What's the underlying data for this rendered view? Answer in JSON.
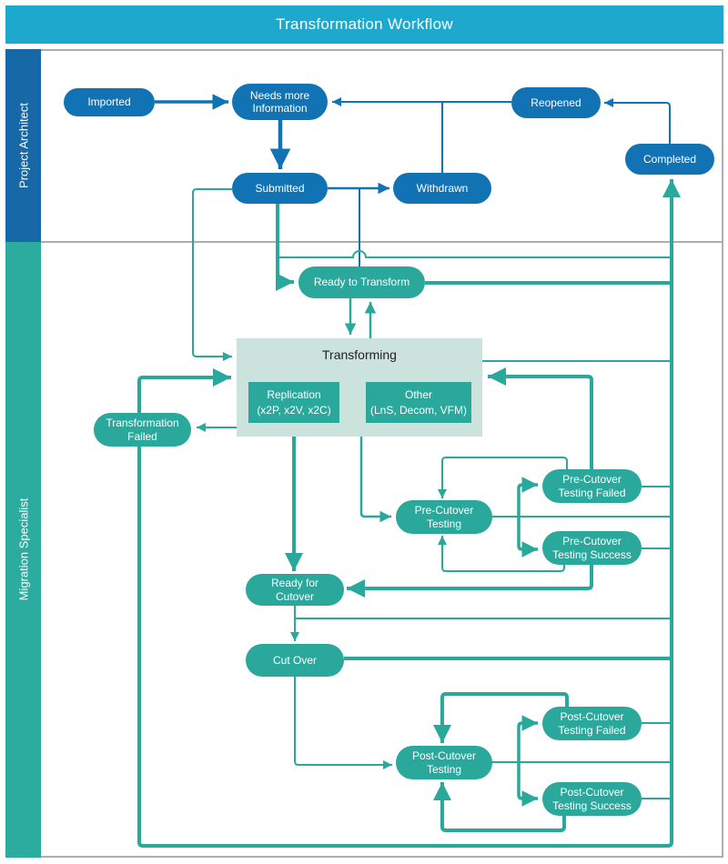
{
  "title": "Transformation Workflow",
  "lanes": {
    "architect": "Project Architect",
    "specialist": "Migration Specialist"
  },
  "nodes": {
    "imported": {
      "label": "Imported"
    },
    "needs_more_info": {
      "label": "Needs more Information"
    },
    "reopened": {
      "label": "Reopened"
    },
    "completed": {
      "label": "Completed"
    },
    "submitted": {
      "label": "Submitted"
    },
    "withdrawn": {
      "label": "Withdrawn"
    },
    "ready_to_transform": {
      "label": "Ready to Transform"
    },
    "transformation_failed": {
      "label": "Transformation Failed"
    },
    "pre_cutover_testing": {
      "label": "Pre-Cutover Testing"
    },
    "pre_cutover_testing_failed": {
      "label": "Pre-Cutover Testing Failed"
    },
    "pre_cutover_testing_success": {
      "label": "Pre-Cutover Testing Success"
    },
    "ready_for_cutover": {
      "label": "Ready for Cutover"
    },
    "cut_over": {
      "label": "Cut Over"
    },
    "post_cutover_testing": {
      "label": "Post-Cutover Testing"
    },
    "post_cutover_testing_failed": {
      "label": "Post-Cutover Testing Failed"
    },
    "post_cutover_testing_success": {
      "label": "Post-Cutover Testing Success"
    }
  },
  "transforming": {
    "title": "Transforming",
    "replication_name": "Replication",
    "replication_detail": "(x2P, x2V, x2C)",
    "other_name": "Other",
    "other_detail": "(LnS, Decom, VFM)"
  },
  "edges": [
    {
      "from": "Imported",
      "to": "Needs more Information"
    },
    {
      "from": "Needs more Information",
      "to": "Submitted"
    },
    {
      "from": "Submitted",
      "to": "Withdrawn"
    },
    {
      "from": "Reopened",
      "to": "Needs more Information"
    },
    {
      "from": "Withdrawn",
      "to": "Needs more Information"
    },
    {
      "from": "Completed",
      "to": "Reopened"
    },
    {
      "from": "Withdrawn",
      "to": "Ready to Transform"
    },
    {
      "from": "Submitted",
      "to": "Ready to Transform"
    },
    {
      "from": "Submitted",
      "to": "Transforming"
    },
    {
      "from": "Submitted",
      "to": "Completed"
    },
    {
      "from": "Ready to Transform",
      "to": "Transforming"
    },
    {
      "from": "Transforming",
      "to": "Ready to Transform"
    },
    {
      "from": "Ready to Transform",
      "to": "Completed"
    },
    {
      "from": "Transforming",
      "to": "Completed"
    },
    {
      "from": "Transforming",
      "to": "Transformation Failed"
    },
    {
      "from": "Transformation Failed",
      "to": "Transforming"
    },
    {
      "from": "Transforming",
      "to": "Pre-Cutover Testing"
    },
    {
      "from": "Transforming",
      "to": "Ready for Cutover"
    },
    {
      "from": "Pre-Cutover Testing",
      "to": "Pre-Cutover Testing Failed"
    },
    {
      "from": "Pre-Cutover Testing",
      "to": "Pre-Cutover Testing Success"
    },
    {
      "from": "Pre-Cutover Testing",
      "to": "Completed"
    },
    {
      "from": "Pre-Cutover Testing Failed",
      "to": "Pre-Cutover Testing"
    },
    {
      "from": "Pre-Cutover Testing Failed",
      "to": "Transforming"
    },
    {
      "from": "Pre-Cutover Testing Failed",
      "to": "Completed"
    },
    {
      "from": "Pre-Cutover Testing Success",
      "to": "Pre-Cutover Testing"
    },
    {
      "from": "Pre-Cutover Testing Success",
      "to": "Ready for Cutover"
    },
    {
      "from": "Pre-Cutover Testing Success",
      "to": "Completed"
    },
    {
      "from": "Ready for Cutover",
      "to": "Cut Over"
    },
    {
      "from": "Ready for Cutover",
      "to": "Completed"
    },
    {
      "from": "Cut Over",
      "to": "Completed"
    },
    {
      "from": "Cut Over",
      "to": "Post-Cutover Testing"
    },
    {
      "from": "Post-Cutover Testing",
      "to": "Post-Cutover Testing Failed"
    },
    {
      "from": "Post-Cutover Testing",
      "to": "Post-Cutover Testing Success"
    },
    {
      "from": "Post-Cutover Testing",
      "to": "Completed"
    },
    {
      "from": "Post-Cutover Testing Failed",
      "to": "Post-Cutover Testing"
    },
    {
      "from": "Post-Cutover Testing Failed",
      "to": "Completed"
    },
    {
      "from": "Post-Cutover Testing Success",
      "to": "Post-Cutover Testing"
    },
    {
      "from": "Post-Cutover Testing Success",
      "to": "Transforming"
    }
  ],
  "colors": {
    "header_bg": "#1EA8CE",
    "blue_node": "#1173B3",
    "blue_lane": "#1668A7",
    "teal_node": "#2AA89B",
    "teal_lane": "#2BAC9E",
    "transforming_bg": "#CCE2DC",
    "border_gray": "#AEAEAE"
  }
}
